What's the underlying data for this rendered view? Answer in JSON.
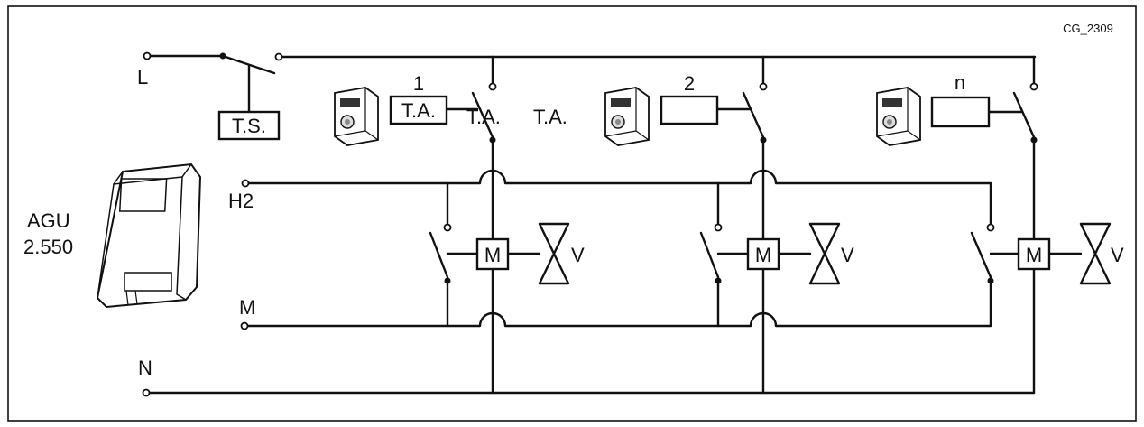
{
  "diagram": {
    "code": "CG_2309",
    "lines": {
      "L": "L",
      "H2": "H2",
      "M": "M",
      "N": "N"
    },
    "device": {
      "line1": "AGU",
      "line2": "2.550"
    },
    "ts_label": "T.S.",
    "ta_label": "T.A.",
    "ta_free": "T.A.",
    "ta_free2": "T.A.",
    "zones": [
      {
        "number": "1",
        "motor": "M",
        "valve": "V"
      },
      {
        "number": "2",
        "motor": "M",
        "valve": "V"
      },
      {
        "number": "n",
        "motor": "M",
        "valve": "V"
      }
    ]
  }
}
